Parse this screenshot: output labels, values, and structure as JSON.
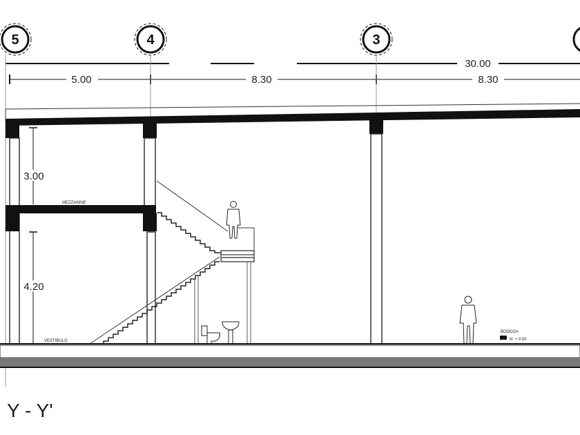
{
  "section": {
    "title": "Y - Y'"
  },
  "axes": {
    "axis_5": "5",
    "axis_4": "4",
    "axis_3": "3"
  },
  "dimensions": {
    "total_length": "30.00",
    "span_5_4": "5.00",
    "span_4_3": "8.30",
    "span_3_next": "8.30",
    "upper_height": "3.00",
    "lower_height": "4.20"
  },
  "labels": {
    "mezzanine": "MEZZANINE",
    "lobby": "VESTIBULO",
    "level_title": "BODEGA",
    "level_value": "N: + 0.00"
  }
}
